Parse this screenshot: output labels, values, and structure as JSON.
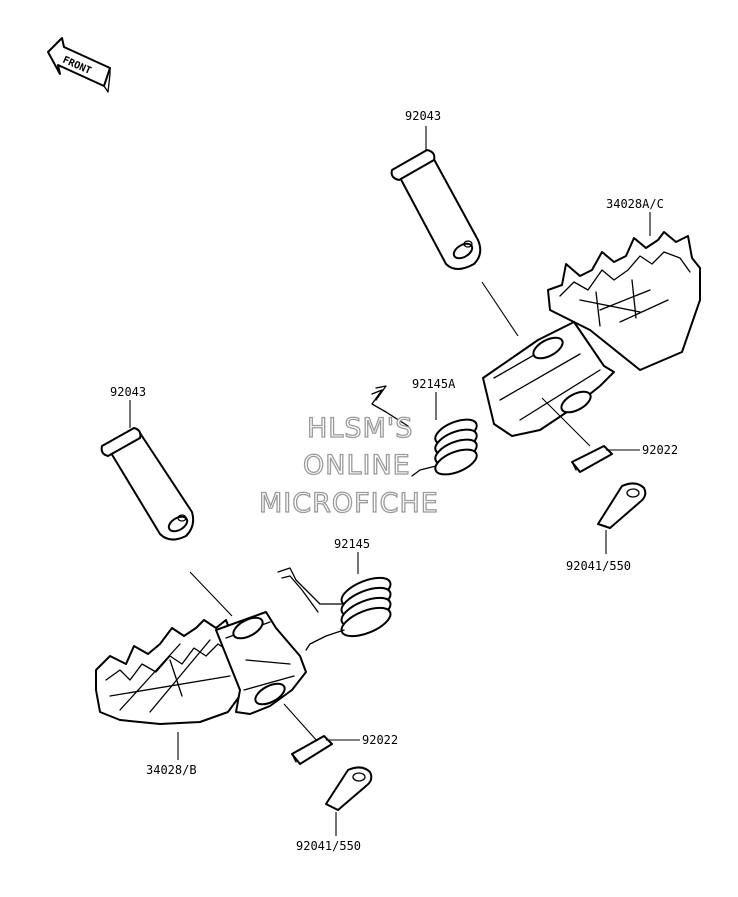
{
  "front_label": "FRONT",
  "labels": {
    "pin_upper": "92043",
    "footpeg_upper": "34028A/C",
    "spring_upper": "92145A",
    "washer_upper": "92022",
    "cotter_upper": "92041/550",
    "pin_lower": "92043",
    "spring_lower": "92145",
    "washer_lower": "92022",
    "footpeg_lower": "34028/B",
    "cotter_lower": "92041/550"
  },
  "watermark": {
    "line1": "HLSM'S",
    "line2": "ONLINE",
    "line3": "MICROFICHE"
  }
}
